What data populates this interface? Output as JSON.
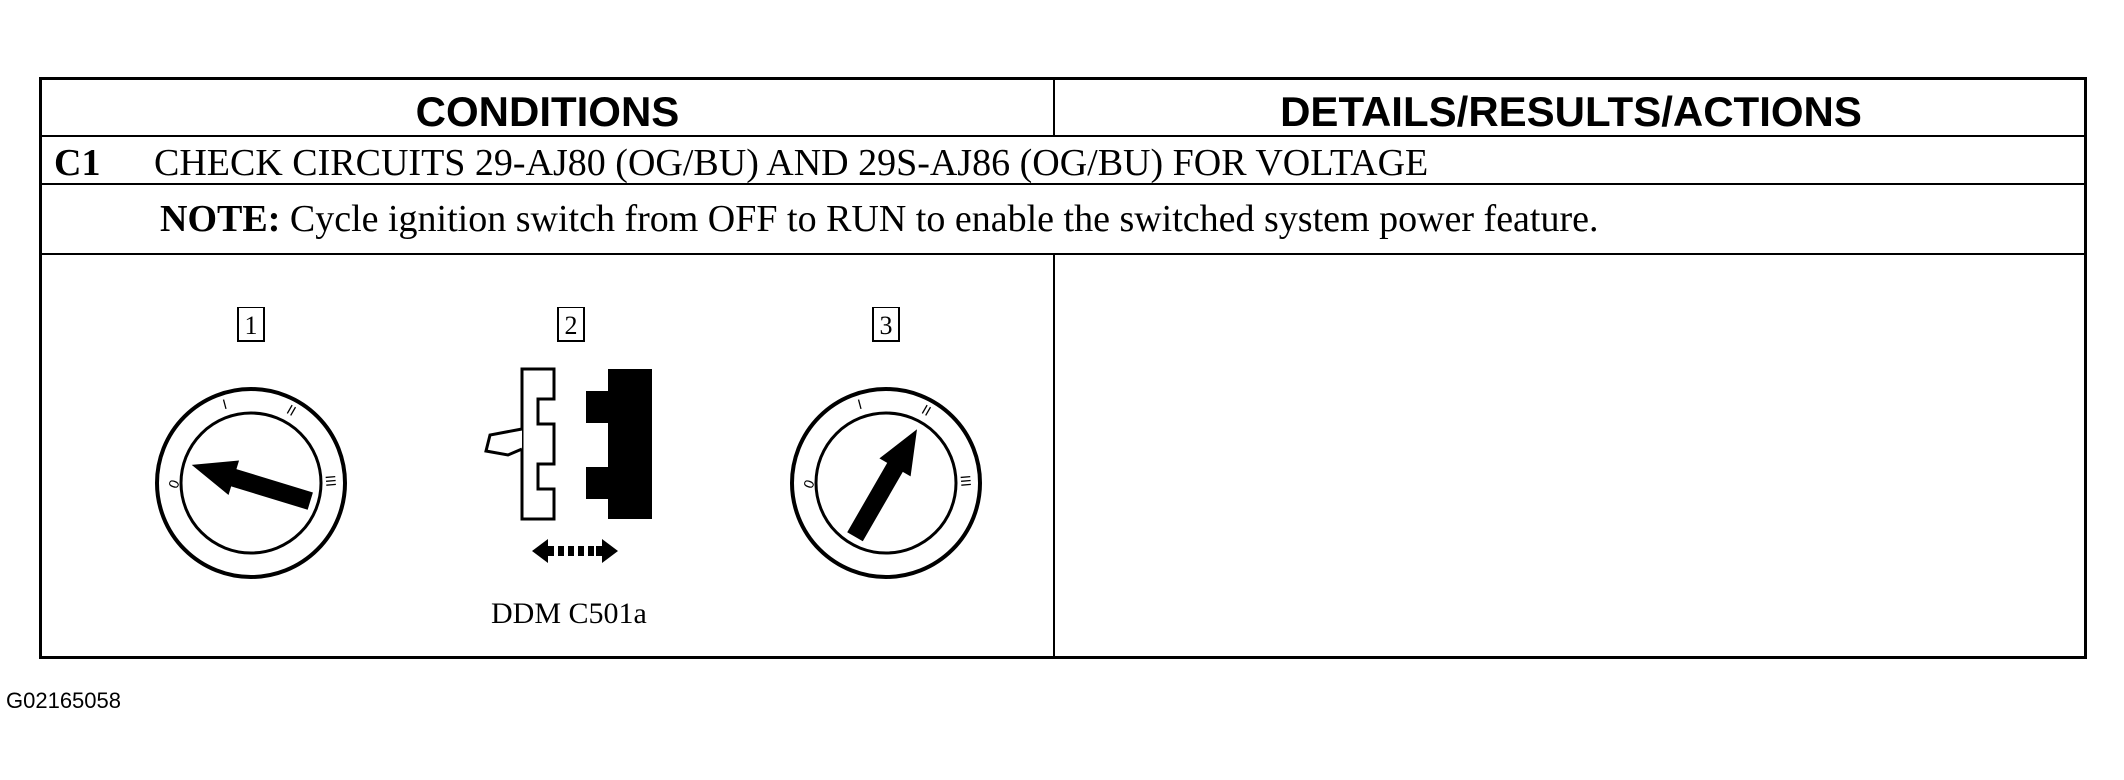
{
  "header": {
    "conditions": "CONDITIONS",
    "details": "DETAILS/RESULTS/ACTIONS"
  },
  "step": {
    "label": "C1",
    "title": "CHECK CIRCUITS 29-AJ80 (OG/BU) AND 29S-AJ86 (OG/BU) FOR VOLTAGE"
  },
  "note": {
    "prefix": "NOTE:",
    "text": " Cycle ignition switch from OFF to RUN to enable the switched system power feature."
  },
  "figure": {
    "callouts": [
      "1",
      "2",
      "3"
    ],
    "dial_marks": [
      "0",
      "I",
      "II",
      "III"
    ],
    "connector_caption": "DDM C501a",
    "icons": [
      "ignition-switch-off-icon",
      "connector-disconnect-icon",
      "ignition-switch-run-icon"
    ]
  },
  "figure_id": "G02165058"
}
